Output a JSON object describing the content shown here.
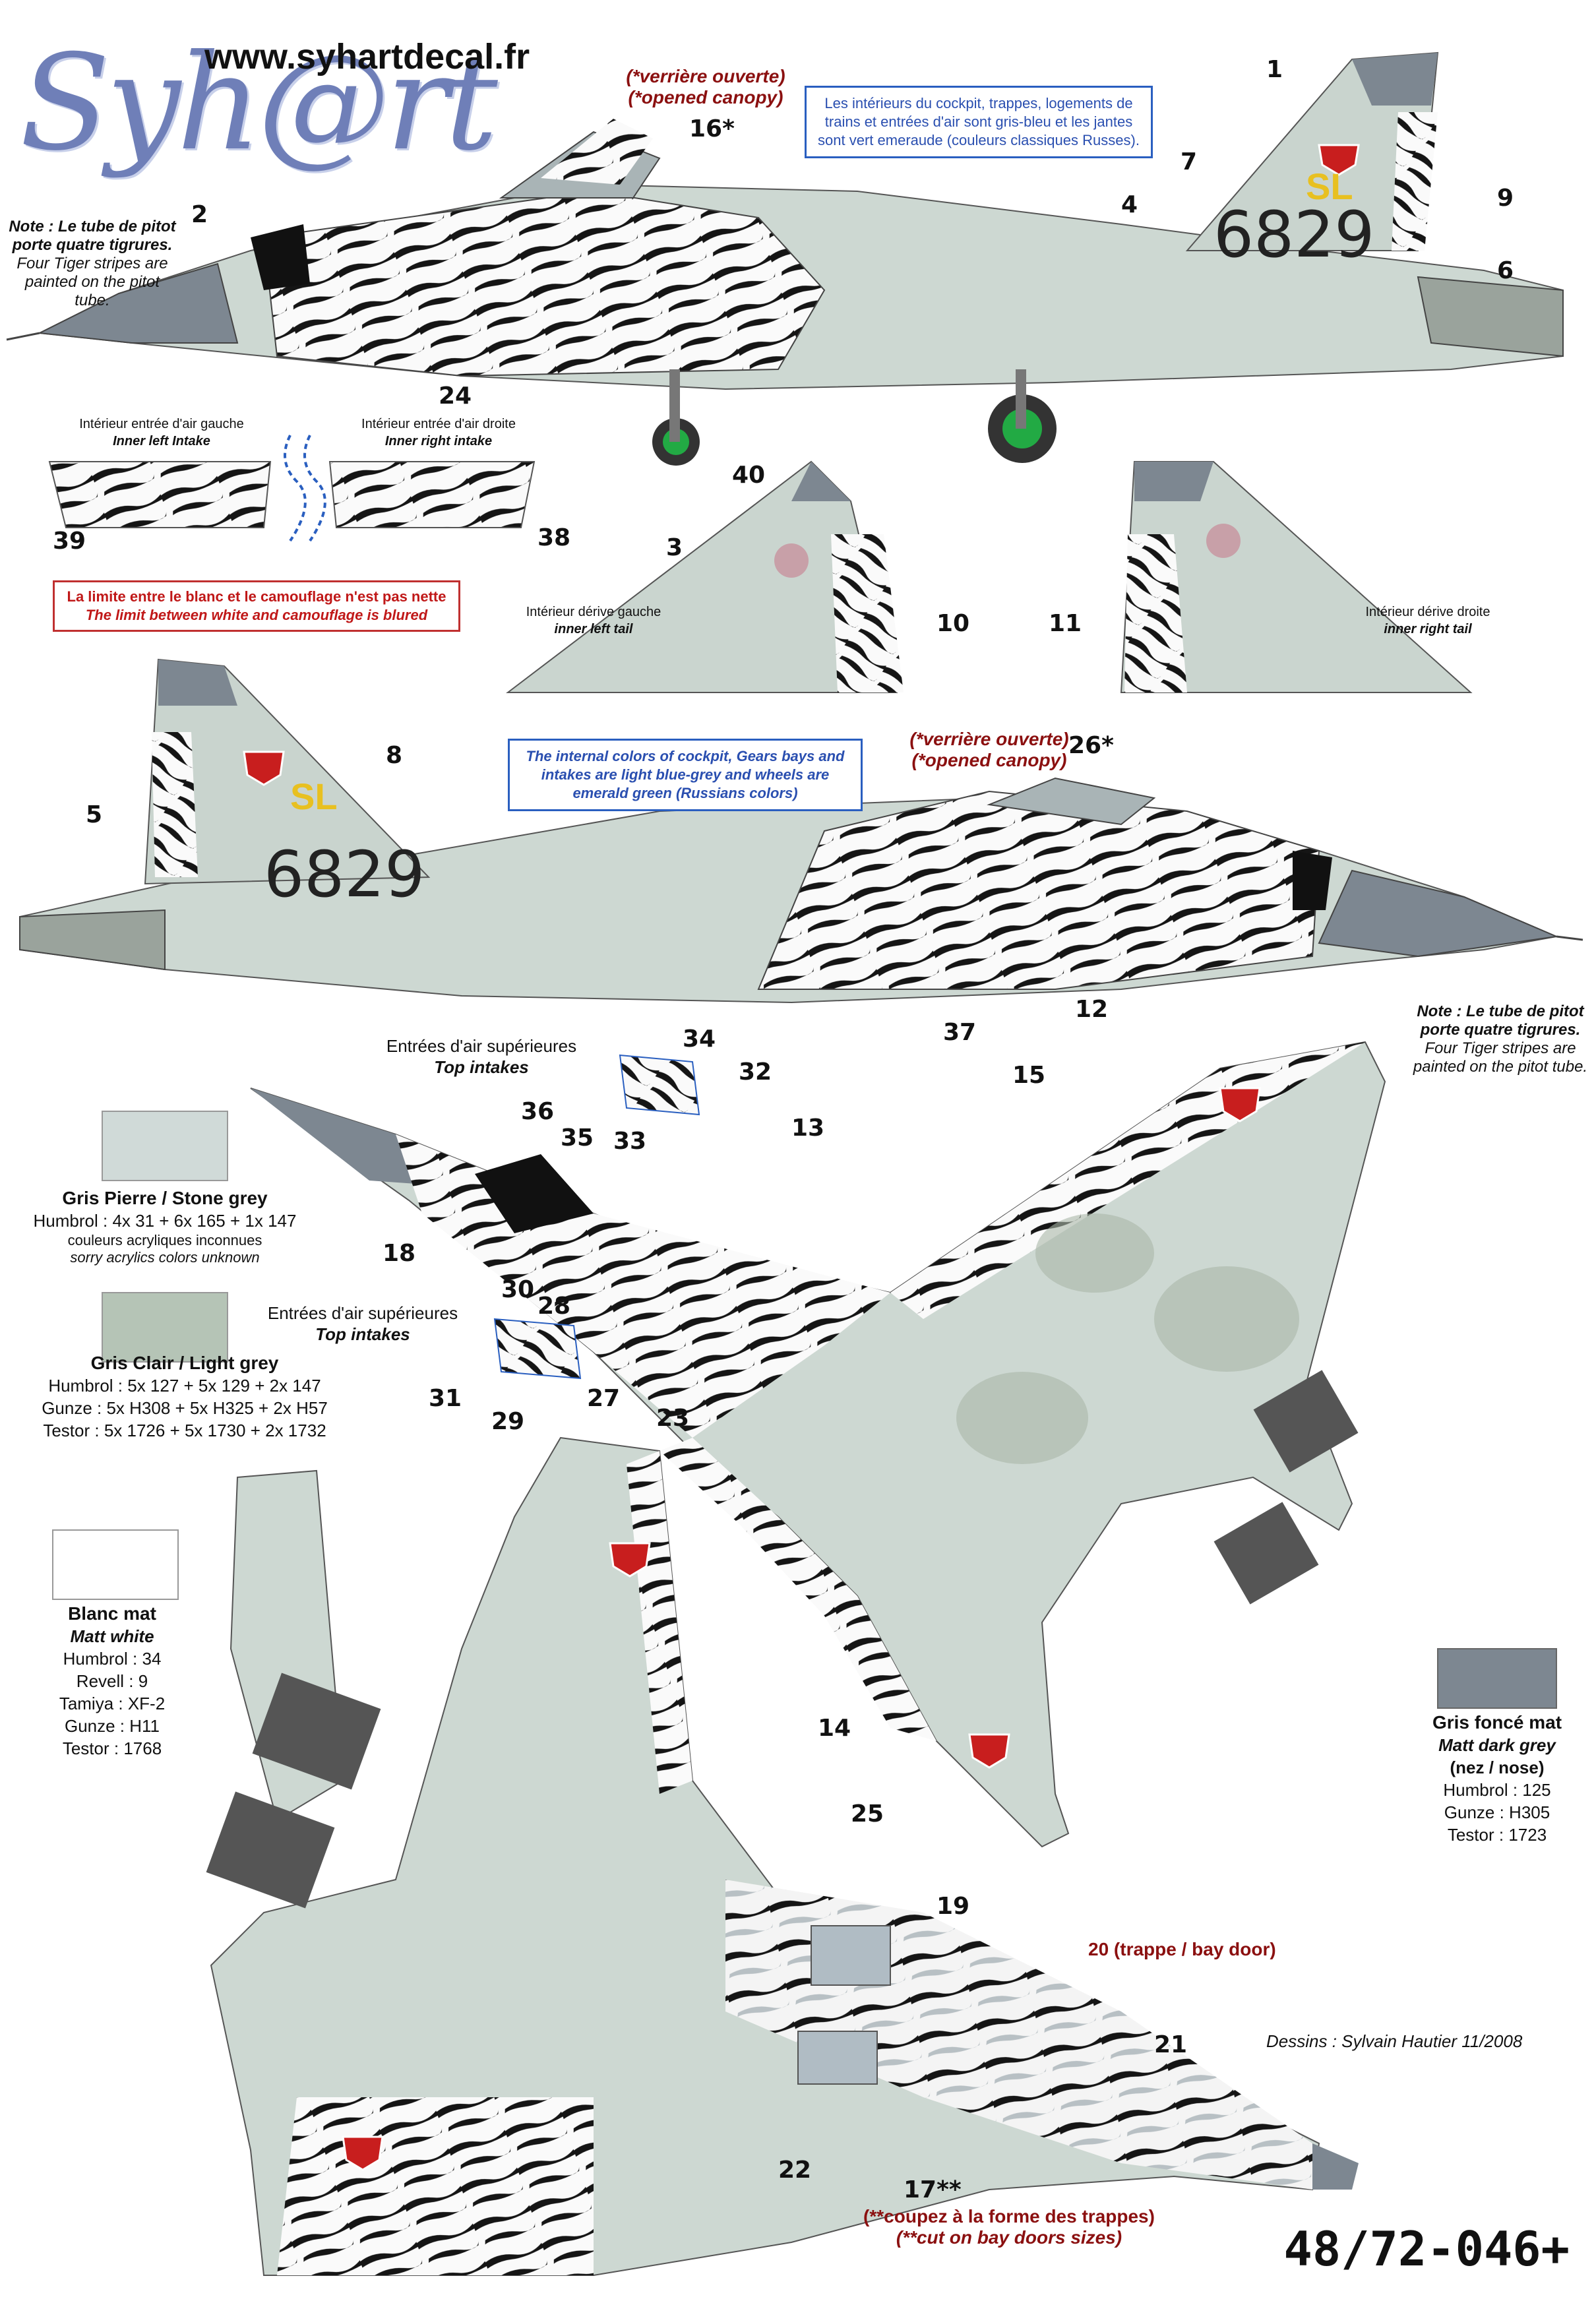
{
  "brand": {
    "logo_text": "Syh@rt",
    "url": "www.syhartdecal.fr"
  },
  "product_code": "48/72-046+",
  "credit": "Dessins : Sylvain Hautier 11/2008",
  "colors": {
    "stone_grey": "#d0dad8",
    "light_grey": "#b5c4b6",
    "matt_white": "#ffffff",
    "matt_dark_grey": "#7d8791",
    "wheel_green": "#22aa44"
  },
  "notes": {
    "pitot_fr": "Note : Le tube de pitot porte quatre tigrures.",
    "pitot_en": "Four Tiger stripes are painted on the pitot tube.",
    "canopy_open_fr": "(*verrière ouverte)",
    "canopy_open_en": "(*opened canopy)",
    "interiors_fr": "Les intérieurs du cockpit, trappes, logements de trains et entrées d'air sont gris-bleu et les jantes sont vert emeraude (couleurs classiques Russes).",
    "interiors_en": "The internal colors of cockpit, Gears bays and intakes are light blue-grey and wheels are emerald green (Russians colors)",
    "limit_fr": "La limite entre le blanc et le camouflage n'est pas nette",
    "limit_en": "The limit between white and camouflage is blured",
    "inner_left_intake_fr": "Intérieur entrée d'air gauche",
    "inner_left_intake_en": "Inner left Intake",
    "inner_right_intake_fr": "Intérieur entrée d'air droite",
    "inner_right_intake_en": "Inner right intake",
    "inner_left_tail_fr": "Intérieur dérive gauche",
    "inner_left_tail_en": "inner left tail",
    "inner_right_tail_fr": "Intérieur dérive droite",
    "inner_right_tail_en": "inner right tail",
    "top_intakes_fr": "Entrées d'air supérieures",
    "top_intakes_en": "Top intakes",
    "bay_door": "20 (trappe / bay door)",
    "cut_fr": "(**coupez à la forme des trappes)",
    "cut_en": "(**cut on bay doors sizes)"
  },
  "aircraft": {
    "serial": "6829",
    "code": "SL"
  },
  "legend": {
    "stone_grey": {
      "title": "Gris Pierre / Stone grey",
      "lines": [
        "Humbrol : 4x 31 + 6x 165 + 1x 147",
        "couleurs acryliques inconnues",
        "sorry acrylics colors unknown"
      ]
    },
    "light_grey": {
      "title": "Gris Clair / Light grey",
      "lines": [
        "Humbrol : 5x 127 + 5x 129 + 2x 147",
        "Gunze : 5x H308 + 5x H325 + 2x H57",
        "Testor : 5x 1726 + 5x 1730 + 2x 1732"
      ]
    },
    "matt_white": {
      "title": "Blanc mat",
      "subtitle": "Matt white",
      "lines": [
        "Humbrol : 34",
        "Revell : 9",
        "Tamiya : XF-2",
        "Gunze : H11",
        "Testor : 1768"
      ]
    },
    "matt_dark_grey": {
      "title": "Gris foncé mat",
      "subtitle": "Matt dark grey",
      "extra": "(nez / nose)",
      "lines": [
        "Humbrol : 125",
        "Gunze : H305",
        "Testor : 1723"
      ]
    }
  },
  "callouts": [
    "1",
    "2",
    "3",
    "4",
    "5",
    "6",
    "7",
    "8",
    "9",
    "10",
    "11",
    "12",
    "13",
    "14",
    "15",
    "16*",
    "17**",
    "18",
    "19",
    "21",
    "22",
    "23",
    "24",
    "25",
    "26*",
    "27",
    "28",
    "29",
    "30",
    "31",
    "32",
    "33",
    "34",
    "35",
    "36",
    "37",
    "38",
    "39",
    "40"
  ]
}
